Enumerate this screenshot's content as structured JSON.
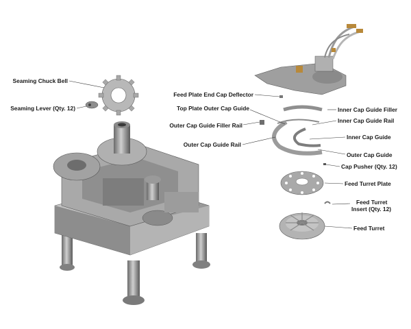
{
  "labels": {
    "seaming_chuck_bell": "Seaming Chuck Bell",
    "seaming_lever": "Seaming Lever (Qty. 12)",
    "feed_plate_end_cap_deflector": "Feed Plate End Cap Deflector",
    "top_plate_outer_cap_guide": "Top Plate Outer Cap Guide",
    "outer_cap_guide_filler_rail": "Outer Cap Guide Filler Rail",
    "outer_cap_guide_rail": "Outer Cap Guide Rail",
    "inner_cap_guide_filler": "Inner Cap Guide Filler",
    "inner_cap_guide_rail": "Inner Cap Guide Rail",
    "inner_cap_guide": "Inner Cap Guide",
    "outer_cap_guide": "Outer Cap Guide",
    "cap_pusher": "Cap Pusher (Qty. 12)",
    "feed_turret_plate": "Feed Turret Plate",
    "feed_turret_insert_line1": "Feed Turret",
    "feed_turret_insert_line2": "Insert (Qty. 12)",
    "feed_turret": "Feed Turret"
  },
  "colors": {
    "metal_light": "#c9c9c9",
    "metal_mid": "#9a9a9a",
    "metal_dark": "#5e5e5e",
    "brass": "#b8893a",
    "leader": "#333333"
  }
}
